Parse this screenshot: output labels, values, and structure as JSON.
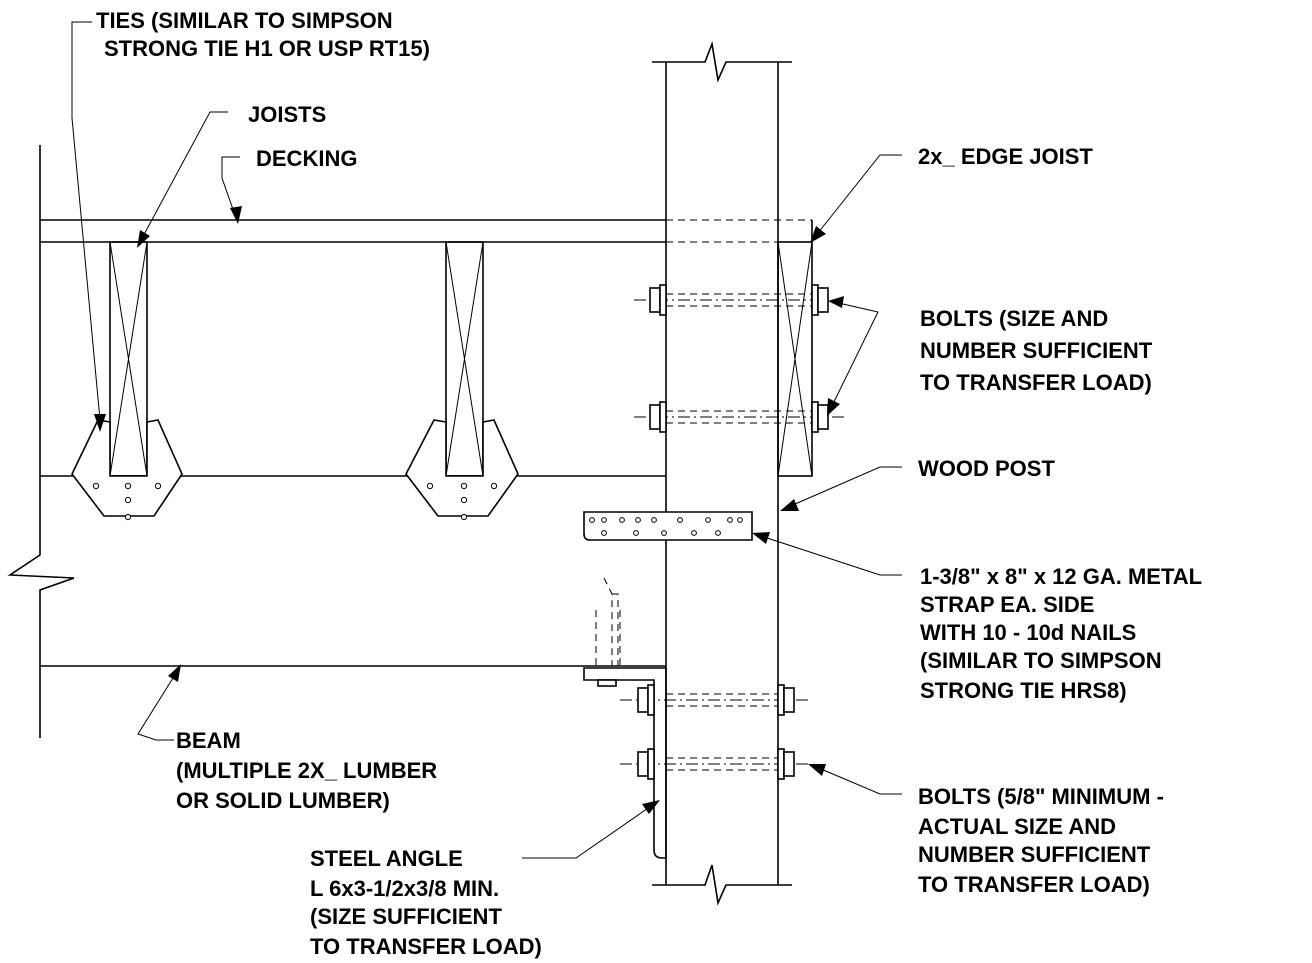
{
  "labels": {
    "ties": [
      "TIES (SIMILAR TO SIMPSON",
      "STRONG TIE H1 OR USP RT15)"
    ],
    "joists": "JOISTS",
    "decking": "DECKING",
    "edge_joist": "2x_  EDGE JOIST",
    "bolts_upper": [
      "BOLTS (SIZE AND",
      "NUMBER SUFFICIENT",
      "TO TRANSFER LOAD)"
    ],
    "wood_post": "WOOD POST",
    "metal_strap": [
      "1-3/8\" x 8\" x 12 GA. METAL",
      "STRAP EA. SIDE",
      "WITH 10 - 10d NAILS",
      "(SIMILAR TO SIMPSON",
      "STRONG TIE HRS8)"
    ],
    "beam": [
      "BEAM",
      "(MULTIPLE 2X_ LUMBER",
      "OR SOLID LUMBER)"
    ],
    "bolts_lower": [
      "BOLTS (5/8\" MINIMUM -",
      "ACTUAL SIZE AND",
      "NUMBER SUFFICIENT",
      "TO TRANSFER LOAD)"
    ],
    "steel_angle": [
      "STEEL ANGLE",
      "L 6x3-1/2x3/8 MIN.",
      "(SIZE SUFFICIENT",
      "TO TRANSFER LOAD)"
    ]
  }
}
